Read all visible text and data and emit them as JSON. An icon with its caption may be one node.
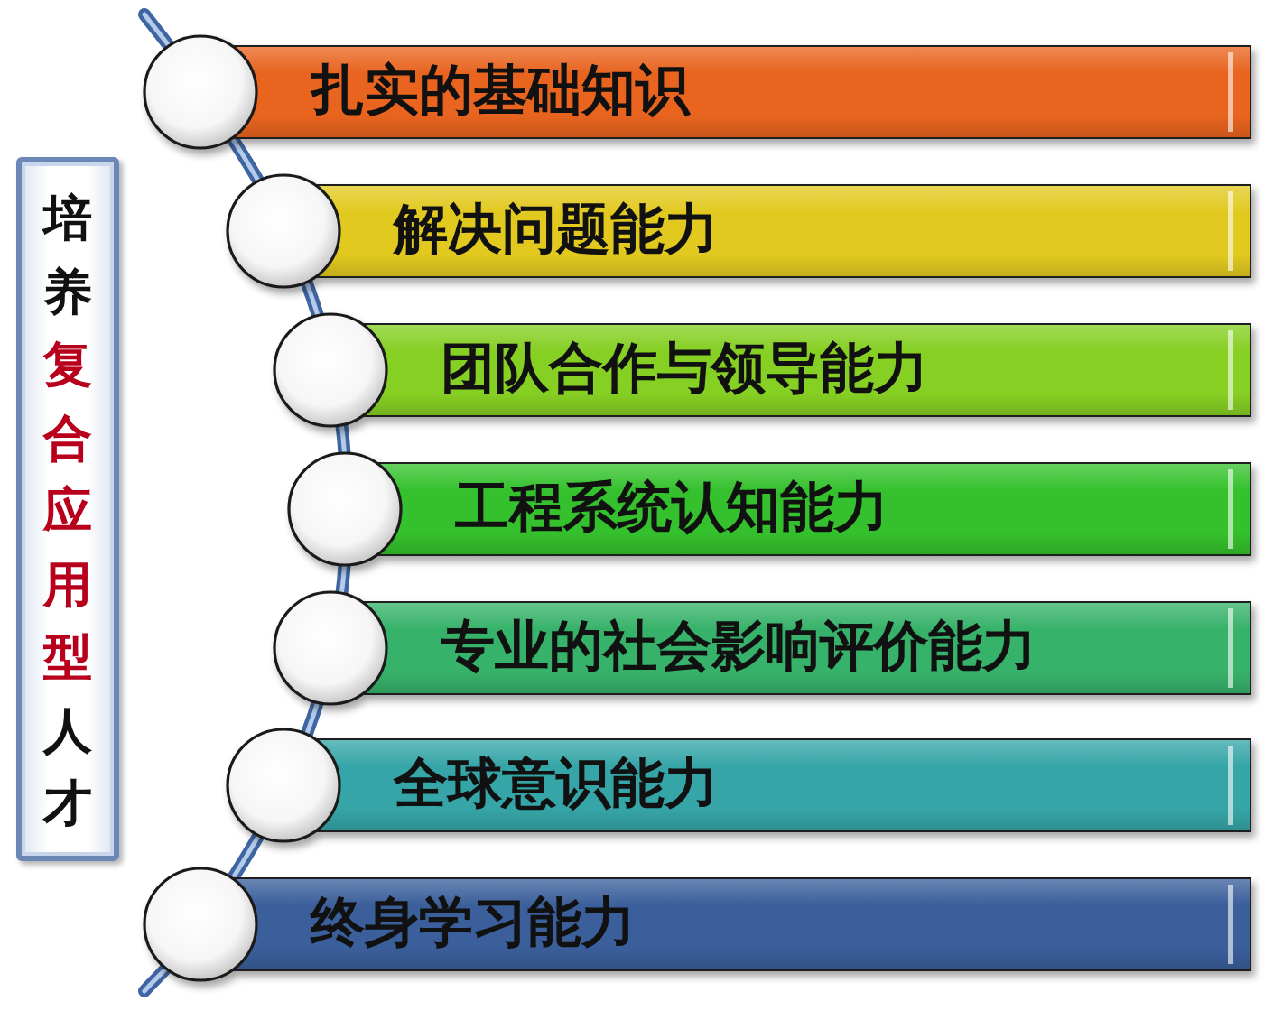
{
  "diagram": {
    "nodes": [
      {
        "text": [
          "培养",
          "复合应用型",
          "人才"
        ]
      },
      {
        "text": [
          "扎实的基础知识"
        ]
      },
      {
        "text": [
          "解决问题能力"
        ]
      },
      {
        "text": [
          "团队合作与领导能力"
        ]
      },
      {
        "text": [
          "工程系统认知能力"
        ]
      },
      {
        "text": [
          "专业的社会影响评价能力"
        ]
      },
      {
        "text": [
          "全球意识能力"
        ]
      },
      {
        "text": [
          "终身学习能力"
        ]
      }
    ]
  }
}
